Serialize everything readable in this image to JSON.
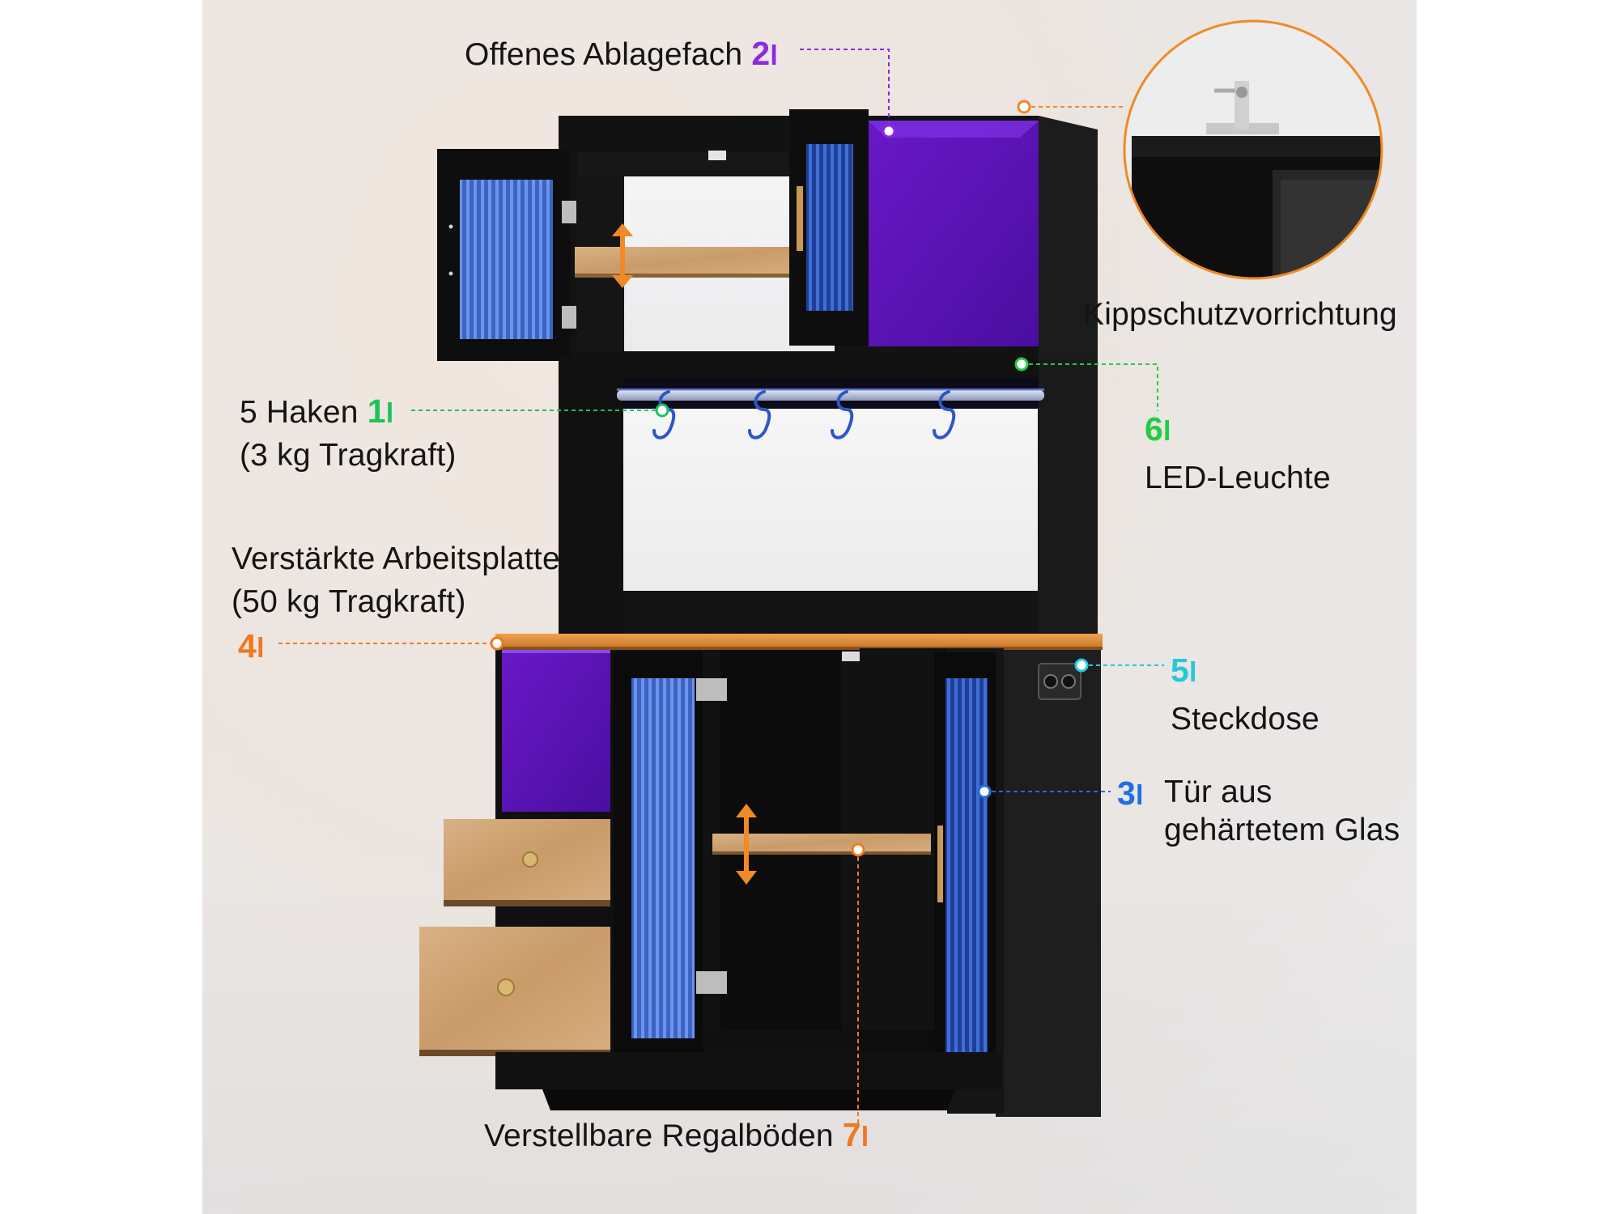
{
  "callouts": {
    "open_shelf": {
      "text": "Offenes Ablagefach",
      "number": "2",
      "color": "#8a2be2"
    },
    "anti_tip": {
      "text": "Kippschutzvorrichtung",
      "color": "#f08a24"
    },
    "hooks": {
      "line1": "5 Haken",
      "line2": "(3 kg Tragkraft)",
      "number": "1",
      "color": "#1ec25a"
    },
    "led": {
      "number": "6",
      "text": "LED-Leuchte",
      "color": "#22cc44"
    },
    "worktop": {
      "line1": "Verstärkte Arbeitsplatte",
      "line2": "(50 kg Tragkraft)",
      "number": "4",
      "color": "#f07820"
    },
    "socket": {
      "number": "5",
      "text": "Steckdose",
      "color": "#27c8d8"
    },
    "glass_door": {
      "number": "3",
      "line1": "Tür aus",
      "line2": "gehärtetem Glas",
      "color": "#1e6fe0"
    },
    "shelves": {
      "text": "Verstellbare Regalböden",
      "number": "7",
      "color": "#f07820"
    }
  },
  "bar_glyph": "l"
}
